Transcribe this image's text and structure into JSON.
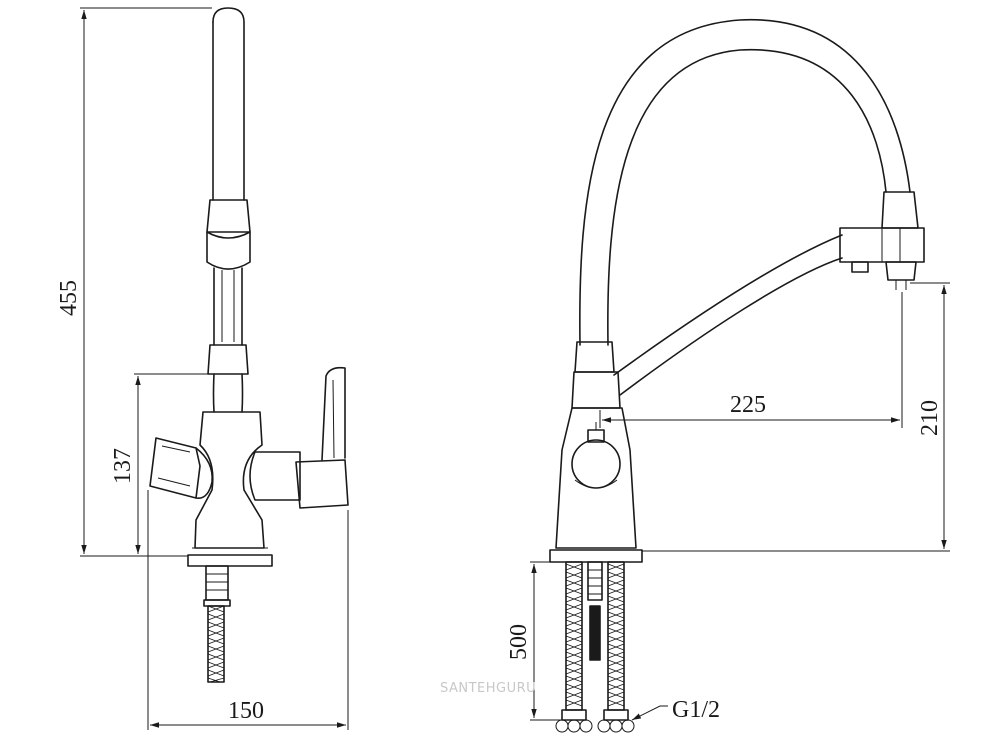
{
  "dimensions": {
    "total_height": "455",
    "side_height": "137",
    "base_width": "150",
    "spout_reach": "225",
    "spout_height": "210",
    "hose_length": "500",
    "thread": "G1/2"
  },
  "watermark": "SANTEHGURU",
  "colors": {
    "line": "#1a1a1a",
    "background": "#ffffff",
    "watermark": "#c8c8c8"
  }
}
